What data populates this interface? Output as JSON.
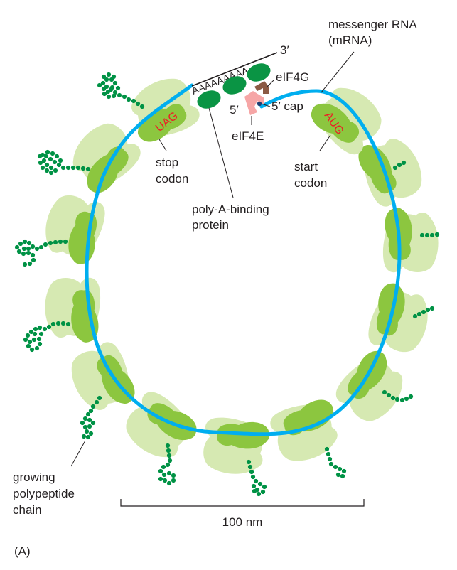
{
  "figure": {
    "panel_label": "(A)",
    "labels": {
      "mrna_line1": "messenger RNA",
      "mrna_line2": "(mRNA)",
      "three_prime": "3′",
      "five_prime": "5′",
      "eif4g": "eIF4G",
      "five_cap": "5′ cap",
      "eif4e": "eIF4E",
      "stop_line1": "stop",
      "stop_line2": "codon",
      "start_line1": "start",
      "start_line2": "codon",
      "pabp_line1": "poly-A-binding",
      "pabp_line2": "protein",
      "chain_line1": "growing",
      "chain_line2": "polypeptide",
      "chain_line3": "chain",
      "scale": "100 nm"
    },
    "codons": {
      "stop": "UAG",
      "start": "AUG"
    },
    "poly_a_tail": "AAAAAAAAA",
    "colors": {
      "mrna": "#00aeef",
      "ribosome_large": "#d6e9b2",
      "ribosome_small": "#8cc63f",
      "polypeptide": "#009245",
      "pabp": "#0a9444",
      "eif4g": "#8b5a44",
      "eif4e": "#f6a6a6",
      "codon_text": "#ed1c24",
      "text": "#231f20"
    }
  }
}
